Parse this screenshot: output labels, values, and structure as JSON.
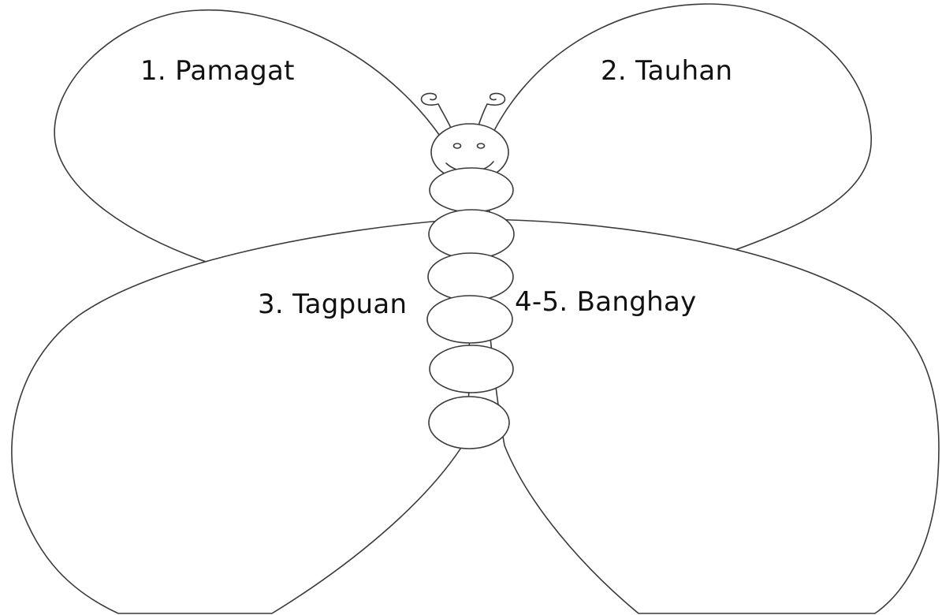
{
  "diagram": {
    "labels": {
      "title": "1. Pamagat",
      "characters": "2. Tauhan",
      "setting": "3. Tagpuan",
      "plot": "4-5. Banghay"
    },
    "colors": {
      "outline": "#3a3a3a",
      "fill": "#ffffff",
      "text": "#111111"
    }
  }
}
